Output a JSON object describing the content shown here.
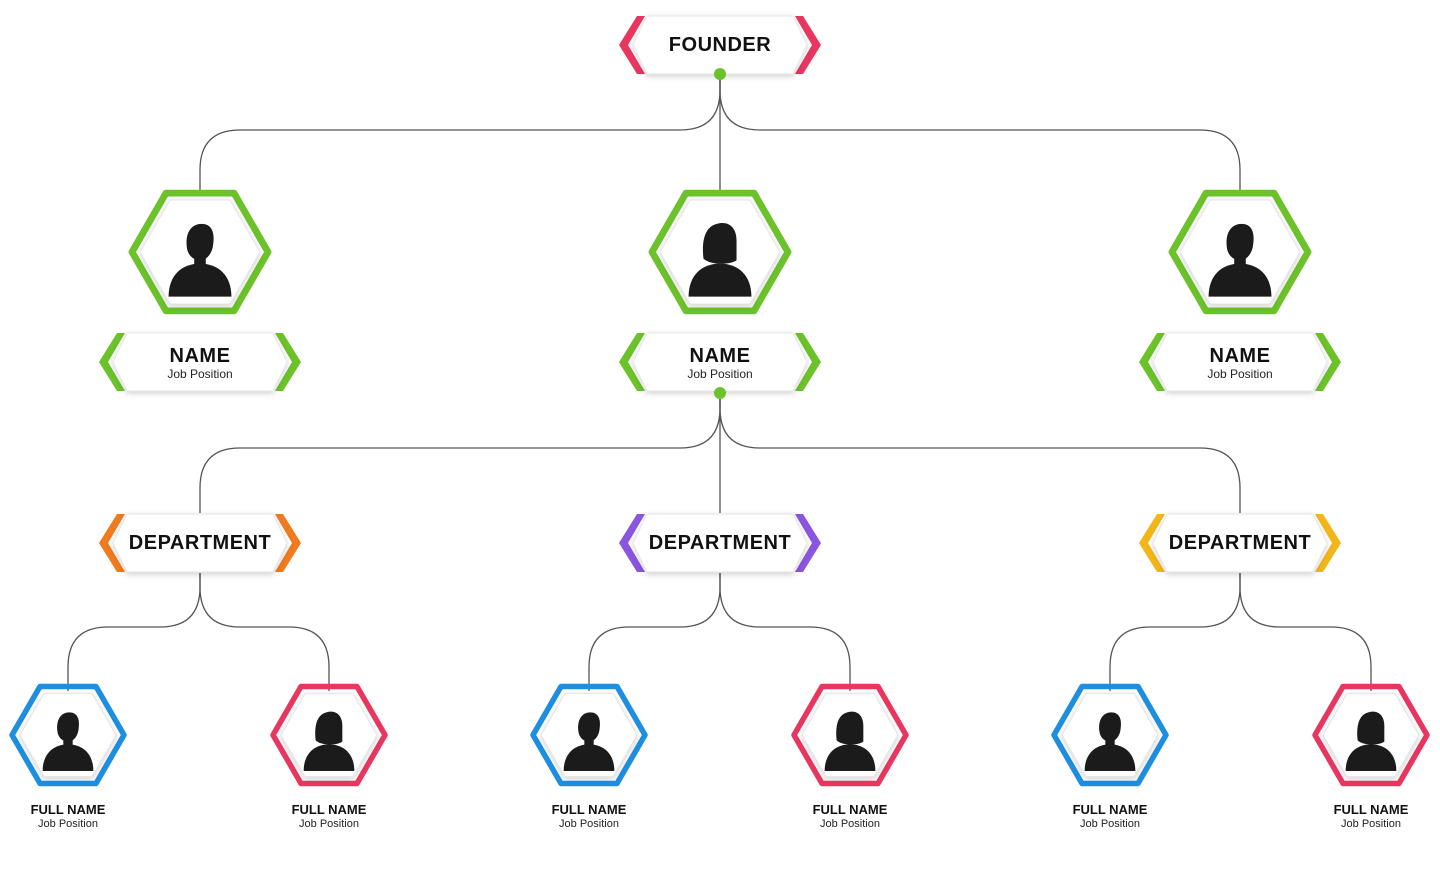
{
  "colors": {
    "founder": "#e8365f",
    "manager": "#6cc22a",
    "dept": [
      "#f07a1e",
      "#8a55e0",
      "#f2b618"
    ],
    "staff_male": "#1d8ee0",
    "staff_female": "#e8365f",
    "line": "#555555",
    "dot": "#6cc22a",
    "silhouette": "#1b1b1b"
  },
  "founder": {
    "label": "FOUNDER"
  },
  "managers": [
    {
      "name": "NAME",
      "position": "Job Position",
      "avatar": "male-avatar-icon"
    },
    {
      "name": "NAME",
      "position": "Job Position",
      "avatar": "female-avatar-icon"
    },
    {
      "name": "NAME",
      "position": "Job Position",
      "avatar": "male-avatar-icon"
    }
  ],
  "departments": [
    {
      "label": "DEPARTMENT",
      "members": [
        {
          "name": "FULL NAME",
          "position": "Job Position",
          "avatar": "male-avatar-icon"
        },
        {
          "name": "FULL NAME",
          "position": "Job Position",
          "avatar": "female-avatar-icon"
        }
      ]
    },
    {
      "label": "DEPARTMENT",
      "members": [
        {
          "name": "FULL NAME",
          "position": "Job Position",
          "avatar": "male-avatar-icon"
        },
        {
          "name": "FULL NAME",
          "position": "Job Position",
          "avatar": "female-avatar-icon"
        }
      ]
    },
    {
      "label": "DEPARTMENT",
      "members": [
        {
          "name": "FULL NAME",
          "position": "Job Position",
          "avatar": "male-avatar-icon"
        },
        {
          "name": "FULL NAME",
          "position": "Job Position",
          "avatar": "female-avatar-icon"
        }
      ]
    }
  ]
}
